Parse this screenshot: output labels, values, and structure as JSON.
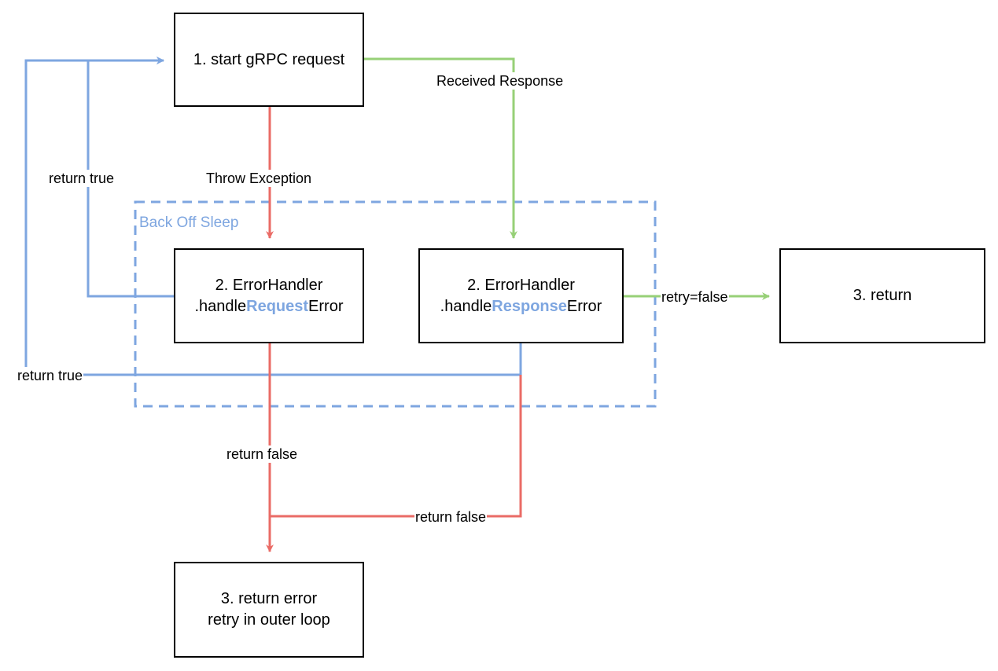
{
  "group": {
    "label": "Back Off Sleep"
  },
  "nodes": {
    "start": {
      "text": "1. start gRPC request"
    },
    "req_handler": {
      "line1": "2. ErrorHandler",
      "prefix": ".handle",
      "highlight": "Request",
      "suffix": "Error"
    },
    "resp_handler": {
      "line1": "2. ErrorHandler",
      "prefix": ".handle",
      "highlight": "Response",
      "suffix": "Error"
    },
    "ret": {
      "text": "3. return"
    },
    "ret_error": {
      "line1": "3. return error",
      "line2": "retry in outer loop"
    }
  },
  "edges": {
    "received_response": "Received Response",
    "throw_exception": "Throw Exception",
    "return_true_request": "return true",
    "return_true_response": "return true",
    "retry_false": "retry=false",
    "return_false_request": "return false",
    "return_false_response": "return false"
  },
  "colors": {
    "blue": "#7ea6e0",
    "red": "#ea6b66",
    "green": "#97d077"
  }
}
